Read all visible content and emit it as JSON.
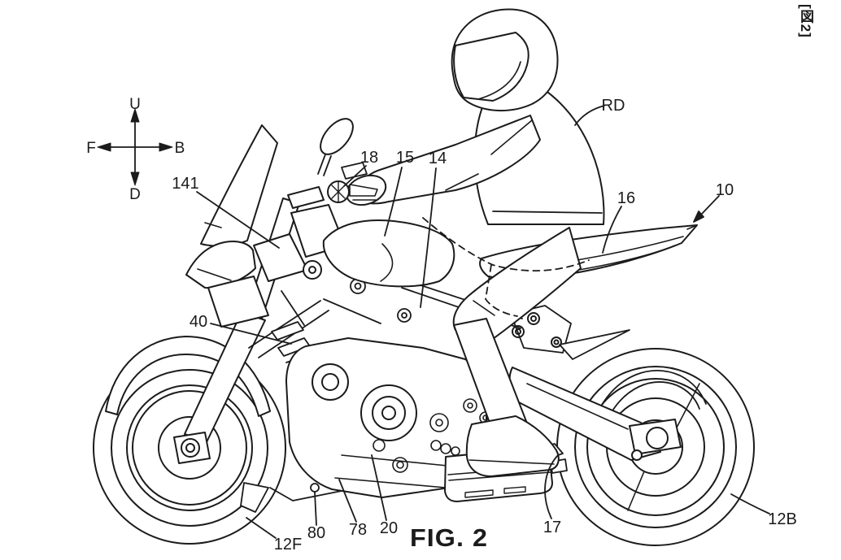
{
  "figure": {
    "caption": "FIG. 2",
    "sheet_tag": "[図2]",
    "kind": "patent line drawing",
    "subject": "motorcycle with rider, left side view"
  },
  "colors": {
    "ink": "#1b1b1b",
    "paper": "#ffffff"
  },
  "compass": {
    "up": "U",
    "down": "D",
    "front": "F",
    "back": "B"
  },
  "labels": {
    "n141": "141",
    "n18": "18",
    "n15": "15",
    "n14": "14",
    "rd": "RD",
    "n16": "16",
    "n10": "10",
    "n40": "40",
    "n80": "80",
    "n78": "78",
    "n20": "20",
    "n17": "17",
    "n12f": "12F",
    "n12b": "12B"
  }
}
